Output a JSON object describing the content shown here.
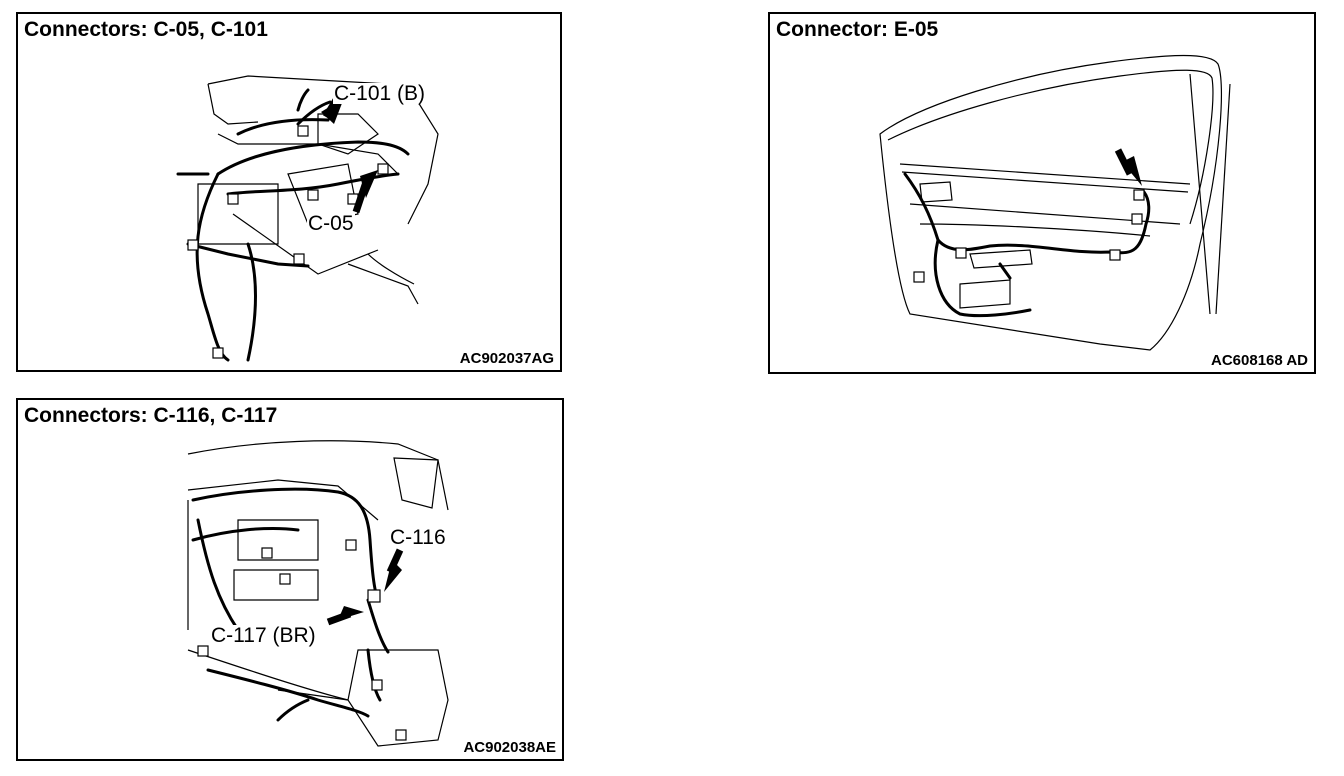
{
  "panels": {
    "c05_c101": {
      "title": "Connectors: C-05, C-101",
      "figure_id": "AC902037AG",
      "callouts": {
        "c101": "C-101 (B)",
        "c05": "C-05"
      }
    },
    "e05": {
      "title": "Connector: E-05",
      "figure_id": "AC608168 AD"
    },
    "c116_c117": {
      "title": "Connectors: C-116, C-117",
      "figure_id": "AC902038AE",
      "callouts": {
        "c116": "C-116",
        "c117": "C-117 (BR)"
      }
    }
  },
  "icons": {
    "locator_arrow": "locator-arrow-icon",
    "connector": "connector-icon",
    "wiring_harness": "wiring-harness-icon"
  }
}
